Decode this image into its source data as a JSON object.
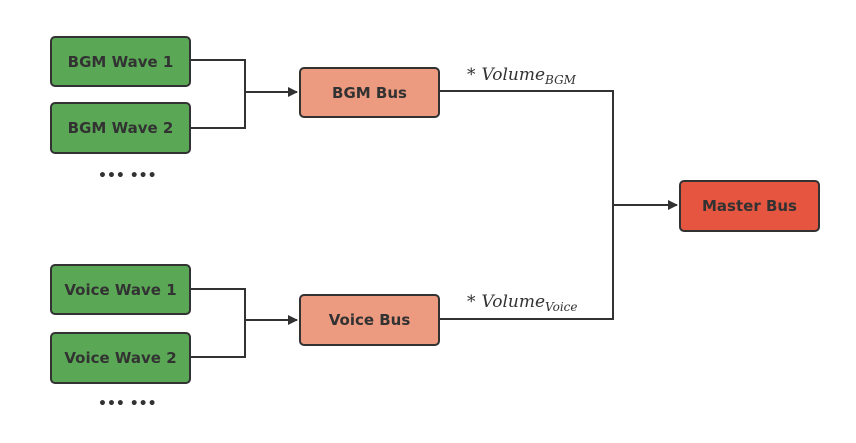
{
  "diagram": {
    "type": "audio-bus-routing",
    "groups": [
      {
        "waves": [
          "BGM Wave 1",
          "BGM Wave 2"
        ],
        "more": "••• •••",
        "bus": "BGM Bus",
        "gain": {
          "prefix": "*",
          "symbol": "Volume",
          "subscript": "BGM"
        }
      },
      {
        "waves": [
          "Voice Wave 1",
          "Voice Wave 2"
        ],
        "more": "••• •••",
        "bus": "Voice Bus",
        "gain": {
          "prefix": "*",
          "symbol": "Volume",
          "subscript": "Voice"
        }
      }
    ],
    "master": "Master Bus",
    "colors": {
      "wave": "#5aa855",
      "bus": "#ec9a80",
      "master": "#e5553f",
      "stroke": "#323232"
    }
  }
}
